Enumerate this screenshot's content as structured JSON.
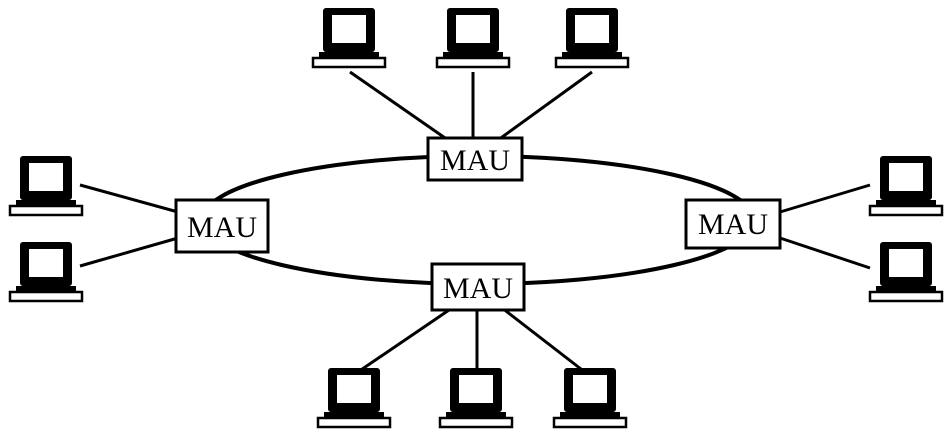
{
  "diagram": {
    "hubs": [
      {
        "id": "top",
        "label": "MAU"
      },
      {
        "id": "left",
        "label": "MAU"
      },
      {
        "id": "right",
        "label": "MAU"
      },
      {
        "id": "bottom",
        "label": "MAU"
      }
    ],
    "workstations": [
      {
        "id": "top-1",
        "hub": "top"
      },
      {
        "id": "top-2",
        "hub": "top"
      },
      {
        "id": "top-3",
        "hub": "top"
      },
      {
        "id": "left-1",
        "hub": "left"
      },
      {
        "id": "left-2",
        "hub": "left"
      },
      {
        "id": "right-1",
        "hub": "right"
      },
      {
        "id": "right-2",
        "hub": "right"
      },
      {
        "id": "bottom-1",
        "hub": "bottom"
      },
      {
        "id": "bottom-2",
        "hub": "bottom"
      },
      {
        "id": "bottom-3",
        "hub": "bottom"
      }
    ],
    "colors": {
      "ink": "#000000",
      "paper": "#ffffff"
    }
  }
}
